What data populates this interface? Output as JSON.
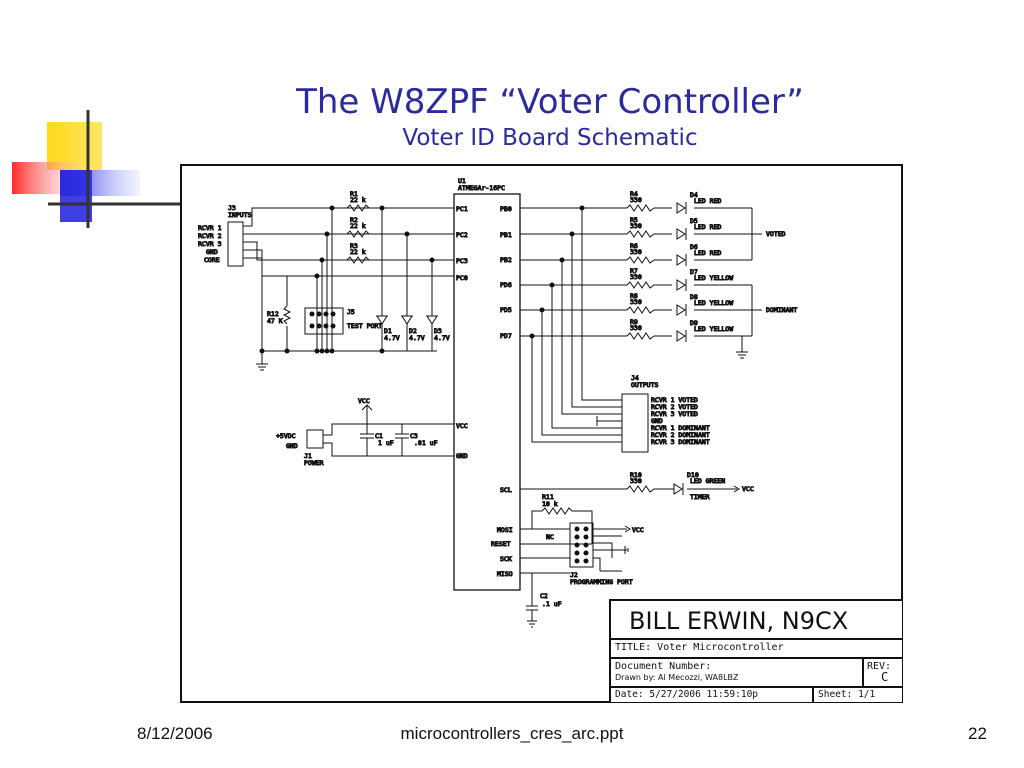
{
  "slide": {
    "title": "The W8ZPF “Voter Controller”",
    "subtitle": "Voter ID Board Schematic"
  },
  "schematic": {
    "chip": {
      "ref": "U1",
      "part": "ATMEGAr-16PC",
      "left_pins": [
        "PC1",
        "PC2",
        "PC3",
        "PC0",
        "VCC",
        "GND"
      ],
      "right_pins": [
        "PB0",
        "PB1",
        "PB2",
        "PD6",
        "PD5",
        "PD7",
        "SCL",
        "MOSI",
        "RESET",
        "SCK",
        "MISO"
      ]
    },
    "input_header": {
      "ref": "J3",
      "name": "INPUTS",
      "pins": [
        "RCVR 1",
        "RCVR 2",
        "RCVR 3",
        "GND",
        "CORE"
      ]
    },
    "resistors_in": [
      {
        "ref": "R1",
        "value": "22 k"
      },
      {
        "ref": "R2",
        "value": "22 k"
      },
      {
        "ref": "R3",
        "value": "22 k"
      },
      {
        "ref": "R12",
        "value": "47 K"
      }
    ],
    "test_port": {
      "ref": "J5",
      "name": "TEST PORT"
    },
    "zeners": [
      {
        "ref": "D1",
        "value": "4.7V"
      },
      {
        "ref": "D2",
        "value": "4.7V"
      },
      {
        "ref": "D3",
        "value": "4.7V"
      }
    ],
    "led_resistors": [
      {
        "ref": "R4",
        "value": "330"
      },
      {
        "ref": "R5",
        "value": "330"
      },
      {
        "ref": "R6",
        "value": "330"
      },
      {
        "ref": "R7",
        "value": "330"
      },
      {
        "ref": "R8",
        "value": "330"
      },
      {
        "ref": "R9",
        "value": "330"
      }
    ],
    "leds": [
      {
        "ref": "D4",
        "label": "LED RED"
      },
      {
        "ref": "D5",
        "label": "LED RED"
      },
      {
        "ref": "D6",
        "label": "LED RED"
      },
      {
        "ref": "D7",
        "label": "LED YELLOW"
      },
      {
        "ref": "D8",
        "label": "LED YELLOW"
      },
      {
        "ref": "D9",
        "label": "LED YELLOW"
      }
    ],
    "led_groups": [
      "VOTED",
      "DOMINANT"
    ],
    "output_header": {
      "ref": "J4",
      "name": "OUTPUTS",
      "pins": [
        "RCVR 1 VOTED",
        "RCVR 2 VOTED",
        "RCVR 3 VOTED",
        "GND",
        "RCVR 1 DOMINANT",
        "RCVR 2 DOMINANT",
        "RCVR 3 DOMINANT"
      ]
    },
    "power": {
      "ref": "J1",
      "name": "POWER",
      "pins": [
        "+5VDC",
        "GND"
      ],
      "vcc": "VCC",
      "caps": [
        {
          "ref": "C1",
          "value": "1 uF"
        },
        {
          "ref": "C3",
          "value": ".01 uF"
        }
      ]
    },
    "timer": {
      "r_ref": "R10",
      "r_value": "330",
      "led_ref": "D10",
      "led_label": "LED GREEN",
      "name": "TIMER",
      "vcc": "VCC"
    },
    "programming": {
      "r_ref": "R11",
      "r_value": "10 k",
      "ref": "J2",
      "name": "PROGRAMMING PORT",
      "nc": "NC",
      "cap_ref": "C2",
      "cap_value": ".1 uF",
      "vcc": "VCC"
    },
    "title_block": {
      "name": "BILL ERWIN, N9CX",
      "title_label": "TITLE:",
      "title_value": "Voter Microcontroller",
      "doc_label": "Document Number:",
      "drawn_by": "Drawn by: Al Mecozzi, WA8LBZ",
      "rev_label": "REV:",
      "rev_value": "C",
      "date_label": "Date:",
      "date_value": "5/27/2006 11:59:10p",
      "sheet_label": "Sheet:",
      "sheet_value": "1/1"
    }
  },
  "footer": {
    "date": "8/12/2006",
    "filename": "microcontrollers_cres_arc.ppt",
    "page": "22"
  },
  "colors": {
    "title": "#2b2b9e",
    "deco_yellow": "#ffd91a",
    "deco_blue": "#2a2ae0",
    "deco_red": "#ff3b3b"
  }
}
